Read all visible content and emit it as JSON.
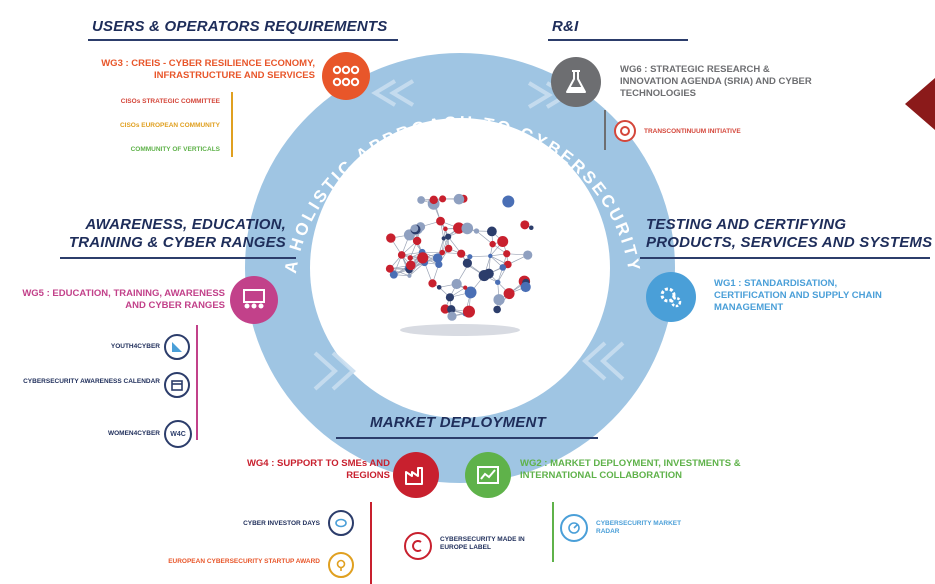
{
  "center": {
    "ring_text": "A HOLISTIC APPROACH TO CYBERSECURITY"
  },
  "sections": {
    "users": {
      "title": "USERS & OPERATORS REQUIREMENTS",
      "wg": "WG3 : CREIS - CYBER RESILIENCE ECONOMY, INFRASTRUCTURE AND SERVICES",
      "items": [
        "CISOs STRATEGIC COMMITTEE",
        "CISOs EUROPEAN COMMUNITY",
        "COMMUNITY OF VERTICALS"
      ]
    },
    "ri": {
      "title": "R&I",
      "wg": "WG6 : STRATEGIC RESEARCH & INNOVATION AGENDA (SRIA) AND CYBER TECHNOLOGIES",
      "items": [
        "TRANSCONTINUUM INITIATIVE"
      ]
    },
    "awareness": {
      "title_line1": "AWARENESS, EDUCATION,",
      "title_line2": "TRAINING & CYBER RANGES",
      "wg": "WG5 : EDUCATION, TRAINING, AWARENESS AND CYBER RANGES",
      "items": [
        "YOUTH4CYBER",
        "CYBERSECURITY AWARENESS CALENDAR",
        "WOMEN4CYBER"
      ],
      "icon_text": "W4C"
    },
    "testing": {
      "title_line1": "TESTING AND CERTIFYING",
      "title_line2": "PRODUCTS, SERVICES AND SYSTEMS",
      "wg": "WG1 : STANDARDISATION, CERTIFICATION AND SUPPLY CHAIN MANAGEMENT"
    },
    "market": {
      "title": "MARKET DEPLOYMENT",
      "wg4": "WG4 : SUPPORT TO SMEs AND REGIONS",
      "wg2": "WG2 : MARKET DEPLOYMENT, INVESTMENTS & INTERNATIONAL COLLABORATION",
      "left_items": [
        "CYBER INVESTOR DAYS",
        "EUROPEAN CYBERSECURITY STARTUP AWARD"
      ],
      "center_item": "CYBERSECURITY MADE IN EUROPE LABEL",
      "right_item": "CYBERSECURITY MARKET RADAR"
    }
  },
  "colors": {
    "ring": "#9fc5e3",
    "navy": "#1e2d5a",
    "orange": "#e8562a",
    "gray": "#6d6e71",
    "pink": "#c2418a",
    "blue": "#4a9fd8",
    "red": "#c8202e",
    "green": "#5fb24a",
    "arrow": "#8b1a1a"
  }
}
